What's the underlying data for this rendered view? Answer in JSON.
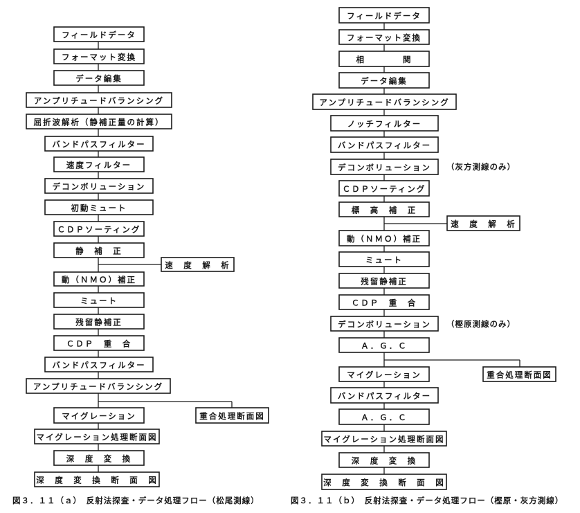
{
  "figure_a": {
    "caption": "図３．１１（ａ）　反射法探査・データ処理フロー（松尾測線）",
    "main_flow": [
      "フィールドデータ",
      "フォーマット変換",
      "データ編集",
      "アンプリチュードバランシング",
      "屈折波解析（静補正量の計算）",
      "バンドパスフィルター",
      "速度フィルター",
      "デコンボリューション",
      "初動ミュート",
      "ＣＤＰソーティング",
      "静　補　正",
      "動（ＮＭＯ）補正",
      "ミュート",
      "残留静補正",
      "ＣＤＰ　重　合",
      "バンドパスフィルター",
      "アンプリチュードバランシング",
      "マイグレーション",
      "マイグレーション処理断面図",
      "深　度　変　換",
      "深　度　変　換　断　面　図"
    ],
    "side_velocity_analysis": "速　度　解　析",
    "side_stack_section": "重合処理断面図"
  },
  "figure_b": {
    "caption": "図３．１１（ｂ）　反射法探査・データ処理フロー（樫原・灰方測線）",
    "main_flow": [
      "フィールドデータ",
      "フォーマット変換",
      "相　　　　関",
      "データ編集",
      "アンプリチュードバランシング",
      "ノッチフィルター",
      "バンドパスフィルター",
      "デコンボリューション",
      "ＣＤＰソーティング",
      "標　高　補　正",
      "動（ＮＭＯ）補正",
      "ミュート",
      "残留静補正",
      "ＣＤＰ　重　合",
      "デコンボリューション",
      "Ａ．Ｇ．Ｃ",
      "マイグレーション",
      "バンドパスフィルター",
      "Ａ．Ｇ．Ｃ",
      "マイグレーション処理断面図",
      "深　度　変　換",
      "深　度　変　換　断　面　図"
    ],
    "note_deconv_1": "（灰方測線のみ）",
    "note_deconv_2": "（樫原測線のみ）",
    "side_velocity_analysis": "速　度　解　析",
    "side_stack_section": "重合処理断面図"
  }
}
